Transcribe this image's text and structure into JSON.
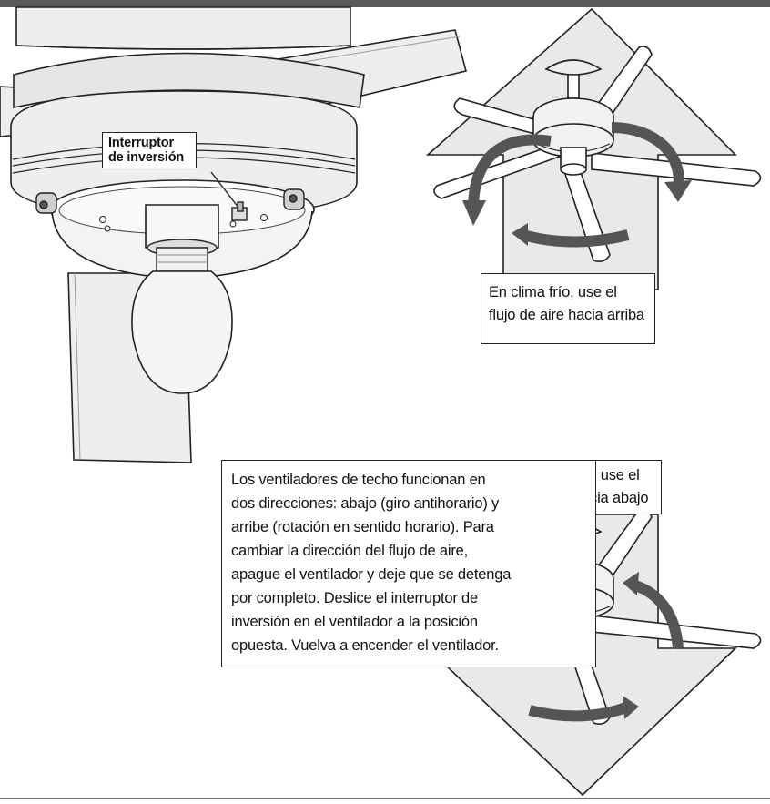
{
  "labels": {
    "reverse_switch": [
      "Interruptor",
      "de inversión"
    ],
    "cold_weather": [
      "En clima frío, use el",
      "flujo de aire hacia arriba"
    ],
    "warm_weather": [
      "En clima cálido, use el",
      "flujo de aire hacia abajo"
    ]
  },
  "instructions": [
    "Los ventiladores de techo funcionan en",
    "dos direcciones: abajo (giro antihorario) y",
    "arribe (rotación en sentido horario). Para",
    "cambiar la dirección del flujo de aire,",
    "apague el ventilador y deje que se detenga",
    "por completo. Deslice el interruptor de",
    "inversión en el ventilador a la posición",
    "opuesta. Vuelva a encender el ventilador."
  ],
  "colors": {
    "header_bar": "#5a5a5a",
    "fan_body": "#eeeeee",
    "airflow_arrow": "#e9e9e9",
    "rotation_arrow": "#555555",
    "outline": "#222222"
  }
}
